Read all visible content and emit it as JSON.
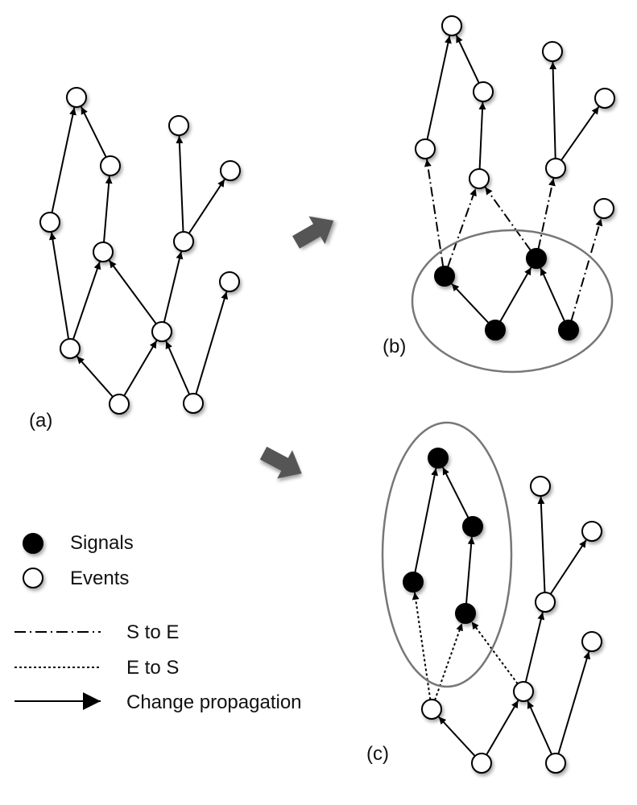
{
  "panels": [
    {
      "id": "a",
      "label": "(a)"
    },
    {
      "id": "b",
      "label": "(b)"
    },
    {
      "id": "c",
      "label": "(c)"
    }
  ],
  "legend": {
    "signals": "Signals",
    "events": "Events",
    "s_to_e": "S to E",
    "e_to_s": "E to S",
    "change_propagation": "Change propagation"
  },
  "colors": {
    "signal_fill": "#000000",
    "event_fill": "#ffffff",
    "ellipse_stroke": "#777777",
    "transition_arrow": "#555555"
  }
}
